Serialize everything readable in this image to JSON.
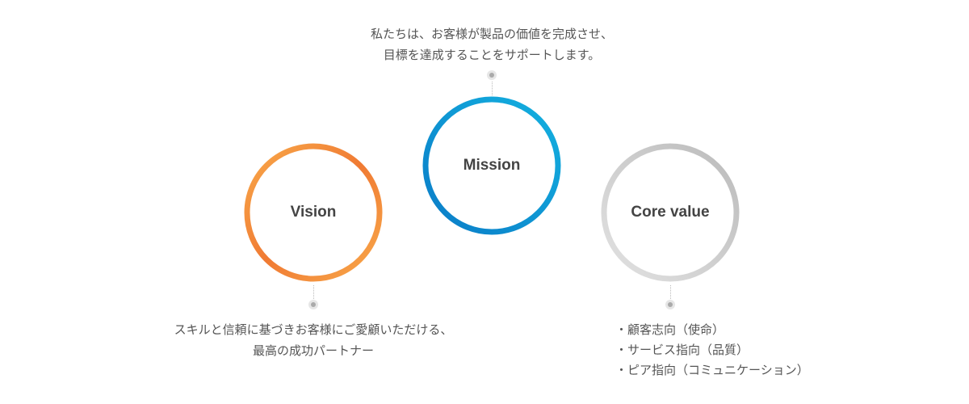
{
  "mission": {
    "title": "Mission",
    "lines": [
      "私たちは、お客様が製品の価値を完成させ、",
      "目標を達成することをサポートします。"
    ]
  },
  "vision": {
    "title": "Vision",
    "lines": [
      "スキルと信頼に基づきお客様にご愛顧いただける、",
      "最高の成功パートナー"
    ]
  },
  "core_value": {
    "title": "Core value",
    "items": [
      "・顧客志向（使命）",
      "・サービス指向（品質）",
      "・ピア指向（コミュニケーション）"
    ]
  },
  "colors": {
    "vision_start": "#f07a33",
    "vision_end": "#f8a94a",
    "mission_start": "#0a7cc7",
    "mission_end": "#14b1e0",
    "core_start": "#bbbbbb",
    "core_end": "#e2e2e2"
  }
}
